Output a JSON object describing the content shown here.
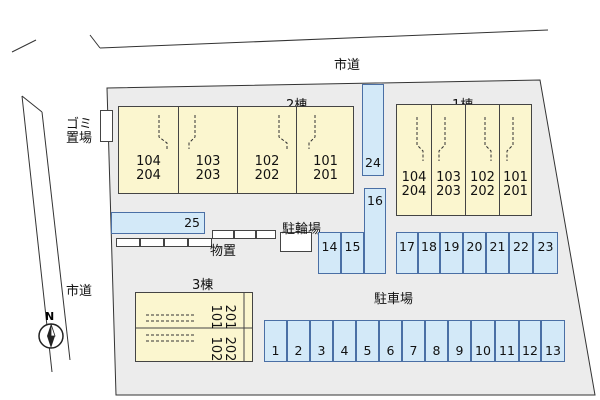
{
  "roads": {
    "top": "市道",
    "left": "市道"
  },
  "facilities": {
    "garbage": "ゴミ置場",
    "bicycle": "駐輪場",
    "storage": "物置",
    "parking": "駐車場"
  },
  "buildings": {
    "b1": {
      "name": "1棟",
      "units": [
        {
          "top": "104",
          "bottom": "204"
        },
        {
          "top": "103",
          "bottom": "203"
        },
        {
          "top": "102",
          "bottom": "202"
        },
        {
          "top": "101",
          "bottom": "201"
        }
      ]
    },
    "b2": {
      "name": "2棟",
      "units": [
        {
          "top": "104",
          "bottom": "204"
        },
        {
          "top": "103",
          "bottom": "203"
        },
        {
          "top": "102",
          "bottom": "202"
        },
        {
          "top": "101",
          "bottom": "201"
        }
      ]
    },
    "b3": {
      "name": "3棟",
      "units": [
        {
          "top": "201",
          "bottom": "101"
        },
        {
          "top": "202",
          "bottom": "102"
        }
      ]
    }
  },
  "parking_spots": {
    "bottom_row": [
      "1",
      "2",
      "3",
      "4",
      "5",
      "6",
      "7",
      "8",
      "9",
      "10",
      "11",
      "12",
      "13"
    ],
    "mid_left": [
      "14",
      "15"
    ],
    "tall_upper": "24",
    "tall_lower": "16",
    "right_row": [
      "17",
      "18",
      "19",
      "20",
      "21",
      "22",
      "23"
    ],
    "wide": "25"
  },
  "compass": {
    "label": "N"
  }
}
